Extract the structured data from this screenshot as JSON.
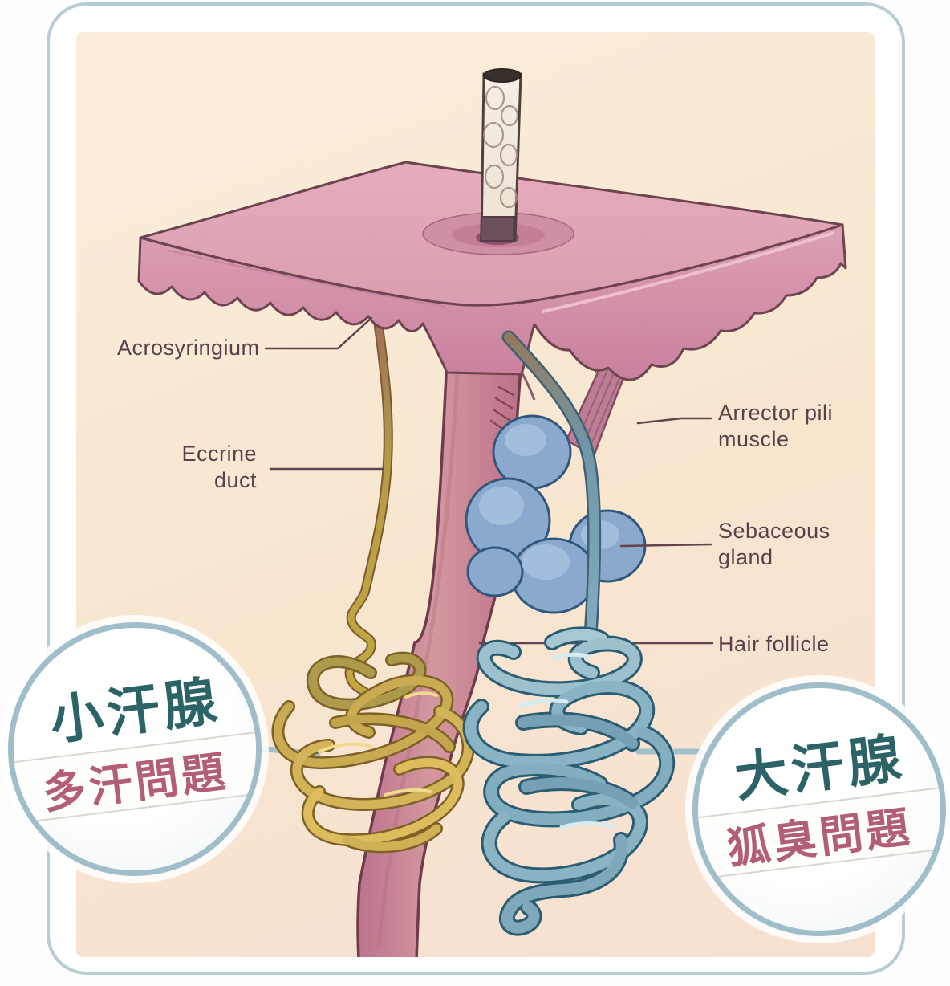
{
  "figure": {
    "kind": "skin sweat-gland anatomy illustration",
    "labels": {
      "acrosyringium": "Acrosyringium",
      "eccrine_duct": [
        "Eccrine",
        "duct"
      ],
      "arrector_pili": [
        "Arrector pili",
        "muscle"
      ],
      "sebaceous_gland": [
        "Sebaceous",
        "gland"
      ],
      "hair_follicle": "Hair follicle"
    },
    "badges": {
      "left": {
        "title": "小汗腺",
        "subtitle": "多汗問題"
      },
      "right": {
        "title": "大汗腺",
        "subtitle": "狐臭問題"
      }
    },
    "colors": {
      "card_border": "#b6cdd5",
      "panel_background": "#f8e6cf",
      "epidermis_top": "#dfa4b5",
      "epidermis_front": "#d496ab",
      "hair_follicle": "#cb8b98",
      "eccrine_gland": "#d2ae52",
      "apocrine_gland": "#8ab4c4",
      "sebaceous_gland": "#8aa9cd",
      "label_text": "#5c3f4a",
      "badge_border": "#9fbeca",
      "badge_title_text": "#2b6367",
      "badge_subtitle_text": "#b25e76"
    }
  }
}
